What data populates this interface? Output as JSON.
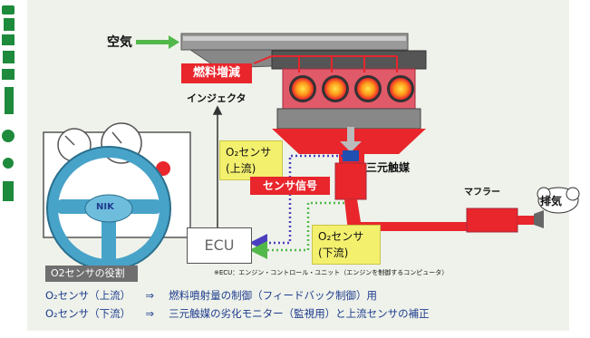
{
  "labels": {
    "air": "空気",
    "fuel_increase": "燃料増減",
    "injector": "インジェクタ",
    "o2_upper_line1": "O₂センサ",
    "o2_upper_line2": "(上流)",
    "sensor_signal": "センサ信号",
    "catalyst": "三元触媒",
    "muffler": "マフラー",
    "exhaust": "排気",
    "o2_lower_line1": "O₂センサ",
    "o2_lower_line2": "(下流)",
    "ecu": "ECU",
    "ecu_note": "※ECU：エンジン・コントロール・ユニット（エンジンを制御するコンピュータ）",
    "steering_logo": "NIK"
  },
  "role": {
    "heading": "O2センサの役割",
    "rows": [
      {
        "sensor": "O₂センサ（上流）",
        "arrow": "⇒",
        "desc": "燃料噴射量の制御（フィードバック制御）用"
      },
      {
        "sensor": "O₂センサ（下流）",
        "arrow": "⇒",
        "desc": "三元触媒の劣化モニター（監視用）と上流センサの補正"
      }
    ]
  },
  "colors": {
    "panel_bg": "#eef2ea",
    "exhaust_red": "#e8262c",
    "signal_blue": "#4b3fbf",
    "signal_green": "#52b84a",
    "label_yellow": "#f3f06e",
    "text_blue": "#1f3c8f",
    "side_green": "#1e8a3c"
  },
  "icons": [
    "steering-wheel-icon",
    "dashboard-gauge-icon",
    "engine-block-icon",
    "catalyst-icon",
    "muffler-icon",
    "exhaust-cloud-icon",
    "down-arrow-icon"
  ]
}
